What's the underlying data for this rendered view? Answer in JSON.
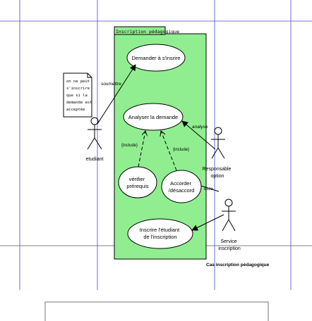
{
  "colors": {
    "system_fill": "#90ee90",
    "grid": "#4a4ad0",
    "ink": "#000000"
  },
  "system": {
    "title": "Inscription pédagogique"
  },
  "use_cases": {
    "demander": [
      "Demander à s'insrire"
    ],
    "analyser": [
      "Analyser la demande"
    ],
    "verifier": [
      "vérifier",
      "prérequis"
    ],
    "accorder": [
      "Accorder",
      "/désaccord"
    ],
    "inscrire": [
      "Inscrire l'étudiant",
      "de l'inscription"
    ]
  },
  "actors": {
    "etudiant": [
      "etudiant"
    ],
    "responsable": [
      "Responsable",
      "option"
    ],
    "service": [
      "Service",
      "inscription"
    ]
  },
  "relations": {
    "soumettre": "soumettre",
    "analyse": "analyse",
    "include_left": "{include}",
    "include_right": "{include}",
    "ecre": "ecre"
  },
  "note": {
    "lines": [
      "on ne peut",
      "s'inscrire",
      "que si la",
      "demande est",
      "acceptée"
    ]
  },
  "caption": "Cas inscription pédagogique"
}
